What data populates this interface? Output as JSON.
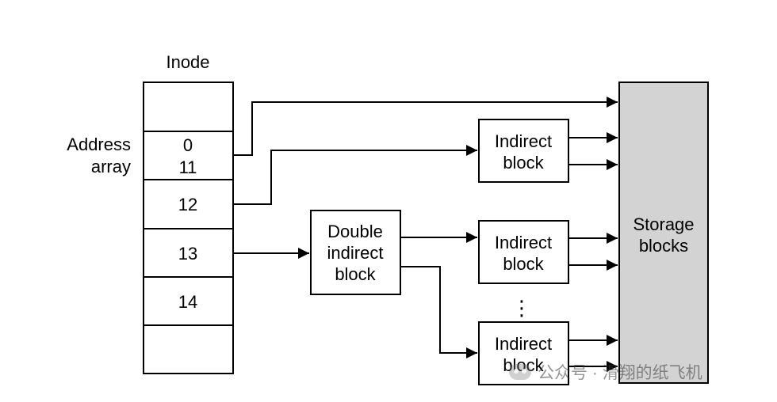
{
  "inode": {
    "title": "Inode",
    "address_label_line1": "Address",
    "address_label_line2": "array",
    "slots": [
      "0",
      "11",
      "12",
      "13",
      "14"
    ]
  },
  "indirect_block": {
    "line1": "Indirect",
    "line2": "block"
  },
  "double_indirect_block": {
    "line1": "Double",
    "line2": "indirect",
    "line3": "block"
  },
  "storage_blocks": {
    "line1": "Storage",
    "line2": "blocks"
  },
  "ellipsis": "⋮",
  "watermark": {
    "text": "公众号 · 滑翔的纸飞机"
  },
  "colors": {
    "storage_fill": "#d3d3d3",
    "stroke": "#000000"
  }
}
